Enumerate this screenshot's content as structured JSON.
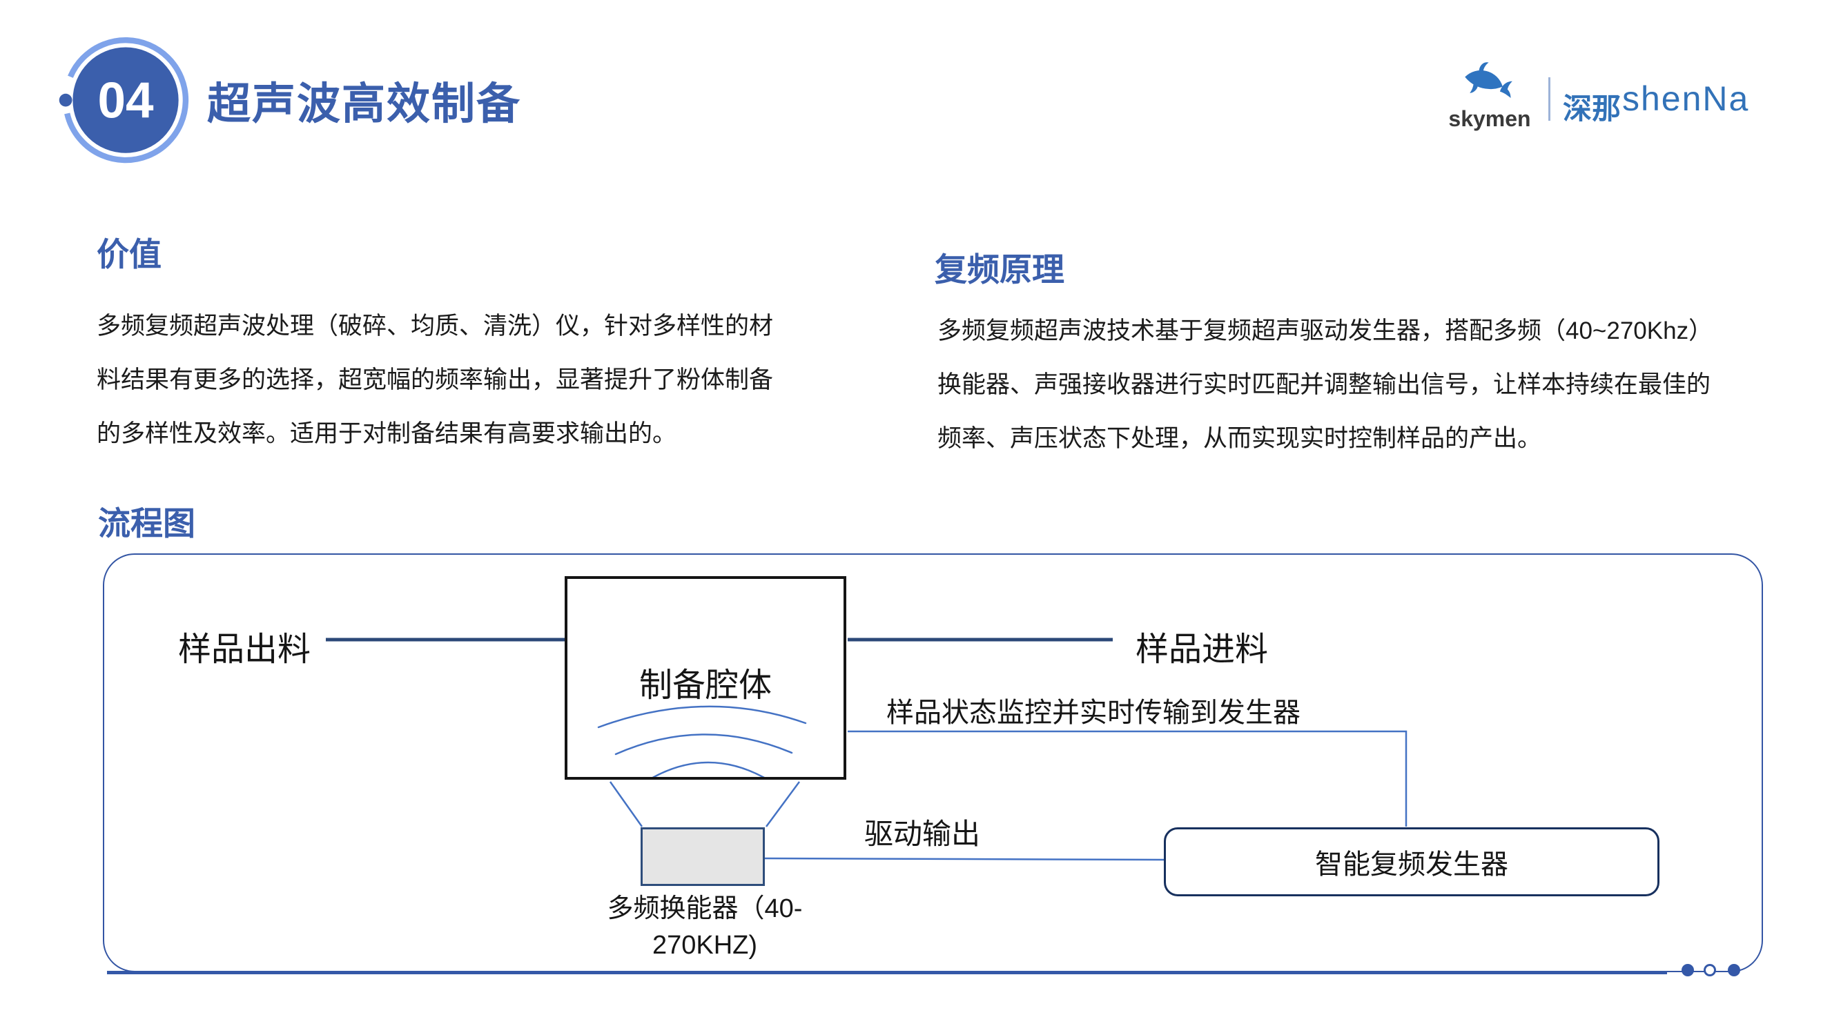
{
  "colors": {
    "accent_blue": "#3B5FAC",
    "badge_ring_blue": "#7FA3EA",
    "logo_blue": "#3272B8",
    "connector_dark": "#2B4878",
    "connector_light": "#4472C4",
    "generator_border": "#17305E",
    "transducer_fill": "#E5E5E5"
  },
  "badge": {
    "number": "04"
  },
  "header": {
    "title": "超声波高效制备"
  },
  "logo": {
    "skymen": "skymen",
    "cn": "深那",
    "en": "shenNa"
  },
  "value_section": {
    "heading": "价值",
    "lines": [
      "多频复频超声波处理（破碎、均质、清洗）仪，针对多样性的材",
      "料结果有更多的选择，超宽幅的频率输出，显著提升了粉体制备",
      "的多样性及效率。适用于对制备结果有高要求输出的。"
    ]
  },
  "principle_section": {
    "heading": "复频原理",
    "lines": [
      "多频复频超声波技术基于复频超声驱动发生器，搭配多频（40~270Khz）",
      "换能器、声强接收器进行实时匹配并调整输出信号，让样本持续在最佳的",
      "频率、声压状态下处理，从而实现实时控制样品的产出。"
    ]
  },
  "flow_section": {
    "heading": "流程图",
    "labels": {
      "sample_out": "样品出料",
      "sample_in": "样品进料",
      "chamber": "制备腔体",
      "monitor": "样品状态监控并实时传输到发生器",
      "drive": "驱动输出",
      "transducer_line1": "多频换能器（40-",
      "transducer_line2": "270KHZ)",
      "generator": "智能复频发生器"
    }
  }
}
